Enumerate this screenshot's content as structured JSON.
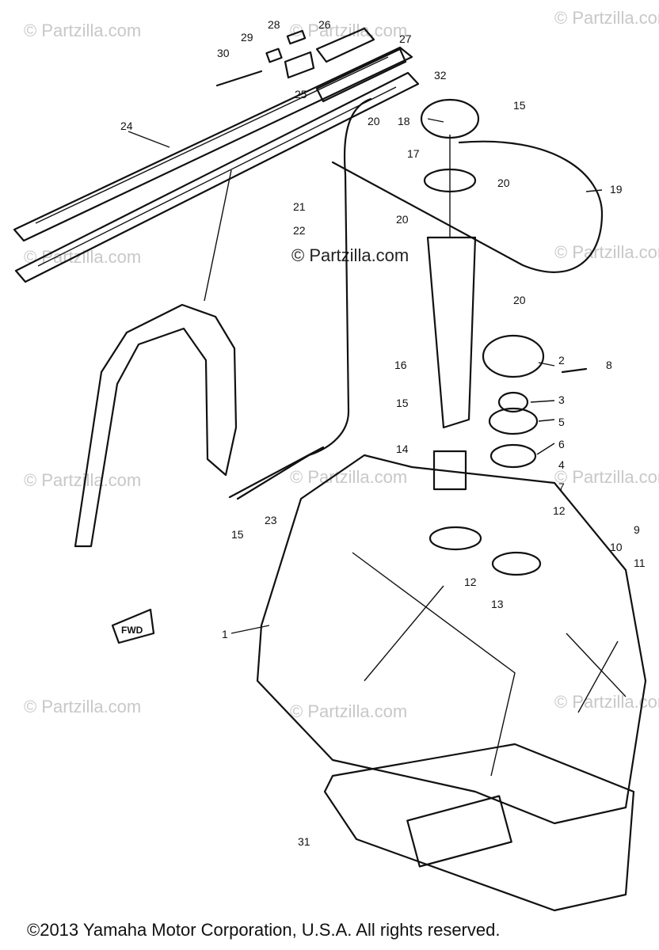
{
  "watermark": "© Partzilla.com",
  "center_watermark": "© Partzilla.com",
  "fwd_label": "FWD",
  "copyright": "©2013  Yamaha Motor Corporation, U.S.A. All rights reserved.",
  "callouts": [
    "1",
    "2",
    "3",
    "4",
    "5",
    "6",
    "7",
    "8",
    "9",
    "10",
    "11",
    "12",
    "12",
    "13",
    "14",
    "15",
    "15",
    "15",
    "16",
    "17",
    "18",
    "19",
    "20",
    "20",
    "20",
    "20",
    "21",
    "22",
    "23",
    "24",
    "25",
    "26",
    "27",
    "28",
    "29",
    "30",
    "31",
    "32"
  ]
}
